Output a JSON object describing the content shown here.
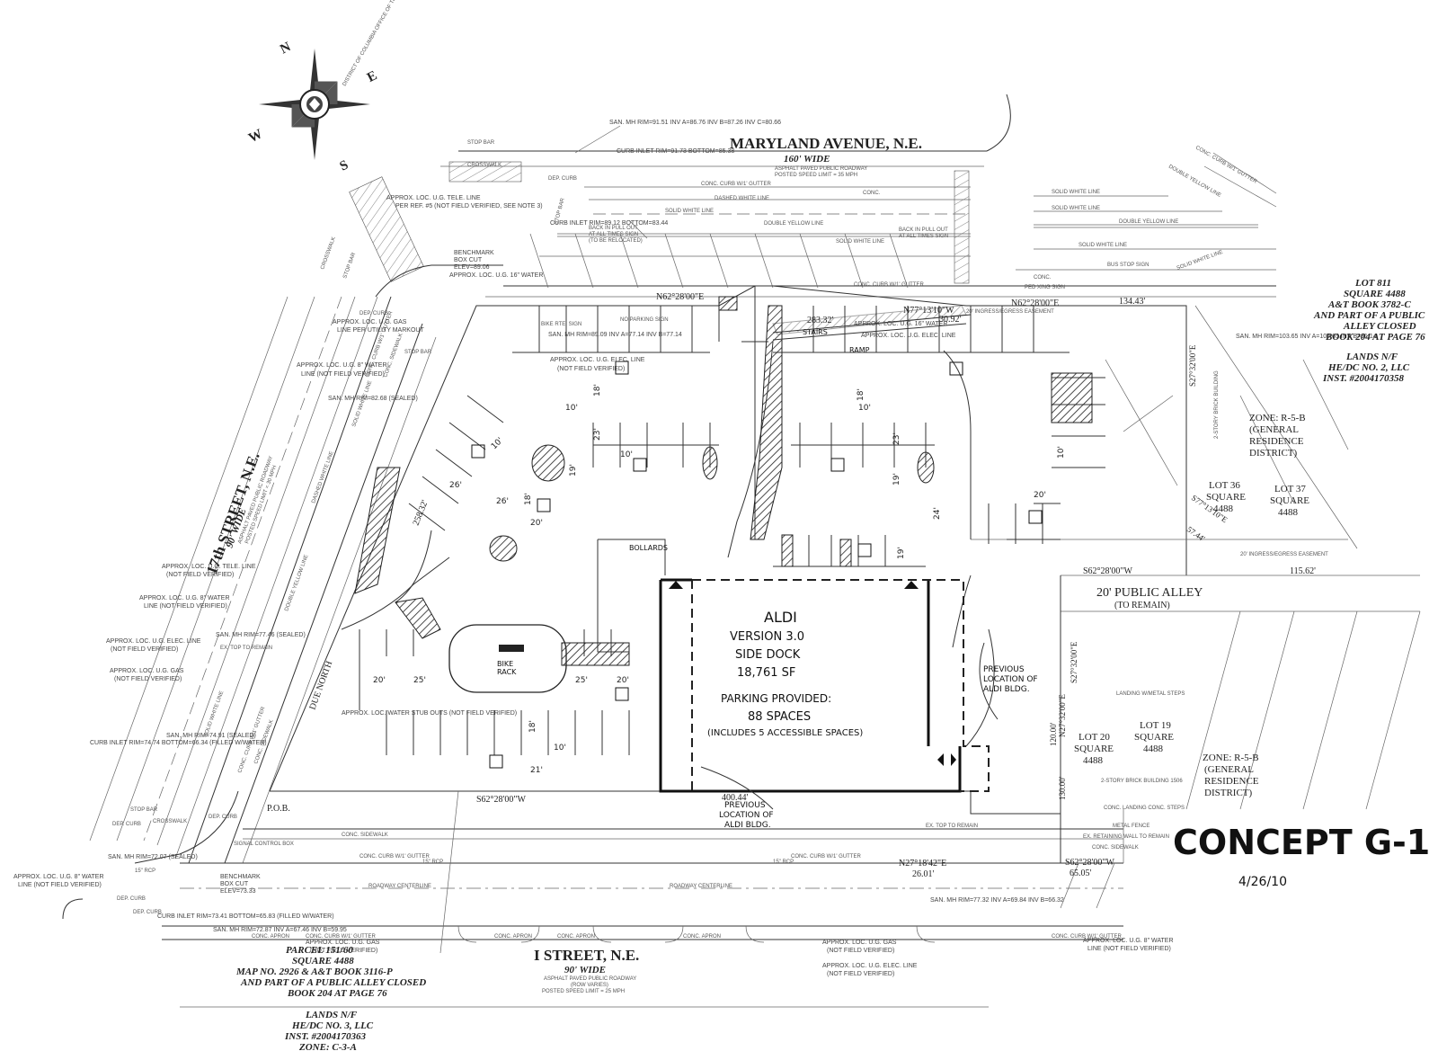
{
  "compass": {
    "n": "N",
    "s": "S",
    "e": "E",
    "w": "W",
    "seal_text": "DISTRICT OF COLUMBIA OFFICE OF THE SURVEYOR"
  },
  "streets": {
    "maryland": {
      "name": "MARYLAND AVENUE, N.E.",
      "width": "160' WIDE",
      "desc1": "ASPHALT PAVED PUBLIC ROADWAY",
      "desc2": "POSTED SPEED LIMIT = 35 MPH"
    },
    "seventeenth": {
      "name": "17th STREET, N.E.",
      "width": "90' WIDE",
      "desc1": "ASPHALT PAVED PUBLIC ROADWAY",
      "desc2": "POSTED SPEED LIMIT = 30 MPH"
    },
    "i_street": {
      "name": "I STREET, N.E.",
      "width": "90' WIDE",
      "desc1": "ASPHALT PAVED PUBLIC ROADWAY",
      "desc2": "(ROW VARIES)",
      "desc3": "POSTED SPEED LIMIT = 25 MPH"
    },
    "alley": {
      "name": "20' PUBLIC ALLEY",
      "sub": "(TO REMAIN)"
    }
  },
  "road_labels": {
    "solid_white": "SOLID WHITE LINE",
    "dashed_white": "DASHED WHITE LINE",
    "double_yellow": "DOUBLE YELLOW LINE",
    "curb_gutter": "CONC. CURB W/1' GUTTER",
    "conc": "CONC.",
    "conc_sidewalk": "CONC. SIDEWALK",
    "conc_apron": "CONC. APRON",
    "roadway_cl": "ROADWAY CENTERLINE",
    "stop_bar": "STOP BAR",
    "crosswalk": "CROSSWALK",
    "back_in1": "BACK IN PULL OUT",
    "back_in2": "AT ALL TIMES SIGN",
    "back_in3": "(TO BE RELOCATED)",
    "bus_stop": "BUS STOP SIGN",
    "ped_xing": "PED XING SIGN",
    "bike_rte": "BIKE RTE. SIGN",
    "no_parking": "NO PARKING SIGN",
    "signal_box": "SIGNAL CONTROL BOX",
    "ex_top": "EX. TOP TO REMAIN",
    "due_north": "DUE NORTH",
    "pob": "P.O.B.",
    "dep_curb": "DEP. CURB"
  },
  "utilities": {
    "tele": "APPROX. LOC. U.G. TELE. LINE",
    "tele_ref": "PER REF. #5 (NOT FIELD VERIFIED, SEE NOTE 3)",
    "gas": "APPROX. LOC. U.G. GAS",
    "gas2": "LINE PER UTILITY MARKOUT",
    "water": "APPROX. LOC. U.G. 8\" WATER",
    "water2": "LINE (NOT FIELD VERIFIED)",
    "elec": "APPROX. LOC. U.G. ELEC. LINE",
    "elec2": "(NOT FIELD VERIFIED)",
    "stub": "APPROX. LOC. WATER STUB OUTS (NOT FIELD VERIFIED)",
    "water16": "APPROX. LOC. U.G. 16\" WATER",
    "benchmark1": "BENCHMARK",
    "benchmark2": "BOX CUT",
    "benchmark3": "ELEV=89.06",
    "benchmark4": "ELEV=73.33",
    "sanmh1": "SAN. MH RIM=91.51 INV A=86.76 INV B=87.26 INV C=80.66",
    "curb_inlet1": "CURB INLET RIM=91.73 BOTTOM=85.38",
    "curb_inlet2": "CURB INLET RIM=89.12 BOTTOM=83.44",
    "sanmh2": "SAN. MH RIM=89.09 INV A=77.14 INV B=77.14",
    "sanmh3": "SAN. MH RIM=82.68 (SEALED)",
    "sanmh4": "SAN. MH RIM=77.46 (SEALED)",
    "sanmh5": "SAN. MH RIM=74.91 (SEALED)",
    "curb_inlet3": "CURB INLET RIM=74.74 BOTTOM=66.34 (FILLED W/WATER)",
    "sanmh6": "SAN. MH RIM=72.07 (SEALED)",
    "curb_inlet4": "CURB INLET RIM=73.41 BOTTOM=65.83 (FILLED W/WATER)",
    "sanmh7": "SAN. MH RIM=72.87 INV A=67.46 INV B=59.95",
    "sanmh8": "SAN. MH RIM=77.32 INV A=69.84 INV B=66.32",
    "sanmh9": "SAN. MH RIM=103.65 INV A=100.65 INV B=91.14",
    "rcp": "15\" RCP"
  },
  "bearings": {
    "b1": "N62°28'00\"E",
    "b2": "N62°28'00\"E",
    "b3": "N77°13'10\"W",
    "b3d": "30.92'",
    "b4": "283.32'",
    "b5": "134.43'",
    "b6": "S62°28'00\"W",
    "b6d": "400.44'",
    "b7": "258.32'",
    "b8": "N27°18'42\"E",
    "b8d": "26.01'",
    "b9": "S62°28'00\"W",
    "b9d": "65.05'",
    "b10": "S62°28'00\"W",
    "b10d": "115.62'",
    "b11": "S77°13'10\"E",
    "b11d": "57.44'",
    "b12": "S27°32'00\"E",
    "b13": "N27°32'00\"E",
    "b14": "130.00'",
    "b15": "S27°32'00\"E",
    "b16": "120.00'",
    "ingress1": "20' INGRESS/EGRESS EASEMENT",
    "ingress2": "20' INGRESS/EGRESS EASEMENT"
  },
  "parcels": {
    "lot811": [
      "LOT 811",
      "SQUARE 4488",
      "A&T BOOK 3782-C",
      "AND PART OF A PUBLIC",
      "ALLEY CLOSED",
      "BOOK 204 AT PAGE 76"
    ],
    "lands_he2": [
      "LANDS N/F",
      "HE/DC NO. 2, LLC",
      "INST. #2004170358"
    ],
    "zone1": [
      "ZONE: R-5-B",
      "(GENERAL",
      "RESIDENCE",
      "DISTRICT)"
    ],
    "lot36": [
      "LOT 36",
      "SQUARE",
      "4488"
    ],
    "lot37": [
      "LOT 37",
      "SQUARE",
      "4488"
    ],
    "lot20": [
      "LOT 20",
      "SQUARE",
      "4488"
    ],
    "lot19": [
      "LOT 19",
      "SQUARE",
      "4488"
    ],
    "zone2": [
      "ZONE: R-5-B",
      "(GENERAL",
      "RESIDENCE",
      "DISTRICT)"
    ],
    "parcel151": [
      "PARCEL 151/60",
      "SQUARE 4488",
      "MAP NO. 2926 & A&T BOOK 3116-P",
      "AND PART OF A PUBLIC ALLEY CLOSED",
      "BOOK 204 AT PAGE 76"
    ],
    "lands_he3": [
      "LANDS N/F",
      "HE/DC NO. 3, LLC",
      "INST. #2004170363",
      "ZONE: C-3-A"
    ],
    "brick1": "2-STORY BRICK BUILDING",
    "brick2": "2-STORY BRICK BUILDING 1506",
    "landing1": "LANDING W/METAL STEPS",
    "landing2": "CONC. LANDING CONC. STEPS",
    "fence": "METAL FENCE",
    "wall": "EX. RETAINING WALL TO REMAIN",
    "conc_sw": "CONC. SIDEWALK"
  },
  "building": {
    "l1": "ALDI",
    "l2": "VERSION 3.0",
    "l3": "SIDE DOCK",
    "l4": "18,761 SF",
    "l5": "PARKING PROVIDED:",
    "l6": "88 SPACES",
    "l7": "(INCLUDES 5 ACCESSIBLE SPACES)"
  },
  "annotations": {
    "prev1": [
      "PREVIOUS",
      "LOCATION OF",
      "ALDI BLDG."
    ],
    "prev2": [
      "PREVIOUS",
      "LOCATION OF",
      "ALDI BLDG."
    ],
    "bollards": "BOLLARDS",
    "bike_rack": [
      "BIKE",
      "RACK"
    ],
    "stairs": "STAIRS",
    "ramp": "RAMP",
    "dims": {
      "d10a": "10'",
      "d18a": "18'",
      "d23a": "23'",
      "d10b": "10'",
      "d19a": "19'",
      "d26a": "26'",
      "d26b": "26'",
      "d20a": "20'",
      "d18b": "18'",
      "d18c": "18'",
      "d23b": "23'",
      "d19b": "19'",
      "d24": "24'",
      "d19c": "19'",
      "d10c": "10'",
      "d20b": "20'",
      "d10d": "10'",
      "d20c": "20'",
      "d25a": "25'",
      "d25b": "25'",
      "d20d": "20'",
      "d18d": "18'",
      "d21": "21'",
      "d10e": "10'",
      "d10f": "10'"
    }
  },
  "title_block": {
    "title": "CONCEPT G-1",
    "date": "4/26/10"
  }
}
